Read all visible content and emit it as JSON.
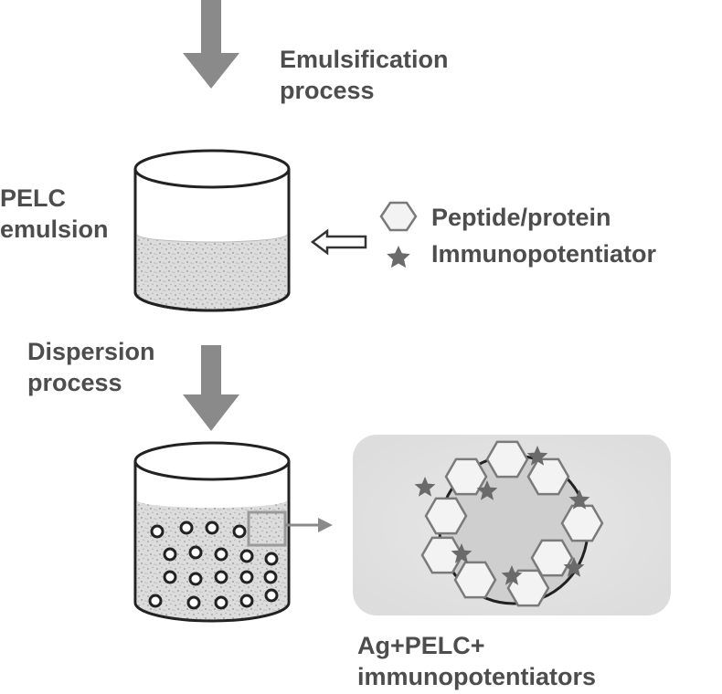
{
  "steps": {
    "emulsification": [
      "Emulsification",
      "process"
    ],
    "dispersion": [
      "Dispersion",
      "process"
    ]
  },
  "containers": {
    "emulsion": [
      "PELC",
      "emulsion"
    ]
  },
  "legend": {
    "peptide": "Peptide/protein",
    "immunopotentiator": "Immunopotentiator"
  },
  "product": [
    "Ag+PELC+",
    "immunopotentiators"
  ],
  "colors": {
    "text": "#4d4d4d",
    "arrow": "#8a8a8a",
    "outline": "#222222",
    "panel": "#e2e2e2",
    "core": "#cfcfcf",
    "hexagon_fill": "#f3f3f3",
    "hexagon_stroke": "#7a7a7a",
    "star": "#6a6a6a",
    "speckle": "#d9d9d9"
  }
}
